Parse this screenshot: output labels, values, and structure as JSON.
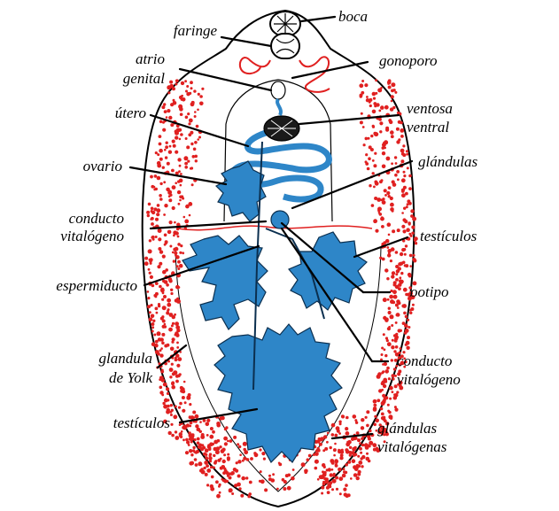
{
  "diagram": {
    "labels": {
      "boca": "boca",
      "faringe": "faringe",
      "gonoporo": "gonoporo",
      "atrio_1": "atrio",
      "atrio_2": "genital",
      "utero": "útero",
      "ventosa_1": "ventosa",
      "ventosa_2": "ventral",
      "ovario": "ovario",
      "glandulas": "glándulas",
      "conducto_l1": "conducto",
      "conducto_l2": "vitalógeno",
      "testiculos_r": "testículos",
      "espermiducto": "espermiducto",
      "ootipo": "ootipo",
      "glandula_1": "glandula",
      "glandula_2": "de Yolk",
      "conducto_r1": "conducto",
      "conducto_r2": "vitalógeno",
      "testiculos_b": "testículos",
      "vitalogenas_1": "glándulas",
      "vitalogenas_2": "vitalógenas"
    },
    "colors": {
      "vitelline": "#e02020",
      "reproductive": "#2e86c8",
      "outline": "#000000"
    }
  }
}
